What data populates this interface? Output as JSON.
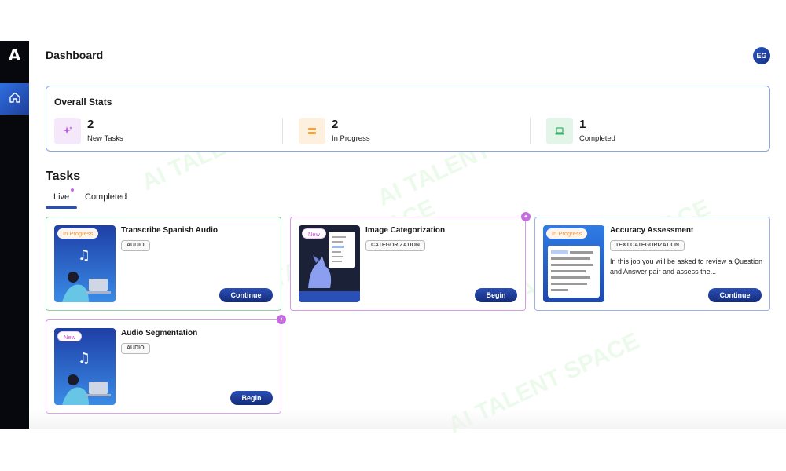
{
  "app": {
    "logo_text": "A",
    "header_title": "Dashboard",
    "avatar_initials": "EG"
  },
  "sidebar": {
    "items": [
      {
        "icon": "home-icon"
      }
    ]
  },
  "stats": {
    "title": "Overall Stats",
    "items": [
      {
        "value": "2",
        "label": "New Tasks",
        "icon": "sparkle-icon",
        "color": "#b94fe0"
      },
      {
        "value": "2",
        "label": "In Progress",
        "icon": "server-icon",
        "color": "#f0a23c"
      },
      {
        "value": "1",
        "label": "Completed",
        "icon": "laptop-icon",
        "color": "#3bb46a"
      }
    ]
  },
  "tasks": {
    "title": "Tasks",
    "tabs": [
      {
        "label": "Live",
        "active": true
      },
      {
        "label": "Completed",
        "active": false
      }
    ],
    "cards": [
      {
        "title": "Transcribe Spanish Audio",
        "tag": "AUDIO",
        "badge": "In Progress",
        "button": "Continue",
        "description": "",
        "thumb": "audio"
      },
      {
        "title": "Image Categorization",
        "tag": "CATEGORIZATION",
        "badge": "New",
        "button": "Begin",
        "description": "",
        "thumb": "image"
      },
      {
        "title": "Accuracy Assessment",
        "tag": "TEXT,CATEGORIZATION",
        "badge": "In Progress",
        "button": "Continue",
        "description": "In this job you will be asked to review a Question and Answer pair and assess the...",
        "thumb": "text"
      },
      {
        "title": "Audio Segmentation",
        "tag": "AUDIO",
        "badge": "New",
        "button": "Begin",
        "description": "",
        "thumb": "audio"
      }
    ]
  },
  "watermark": "AI TALENT SPACE",
  "colors": {
    "primary_button": "#1f3d9c",
    "accent_purple": "#c56de0",
    "accent_green": "#8fd1a4"
  }
}
